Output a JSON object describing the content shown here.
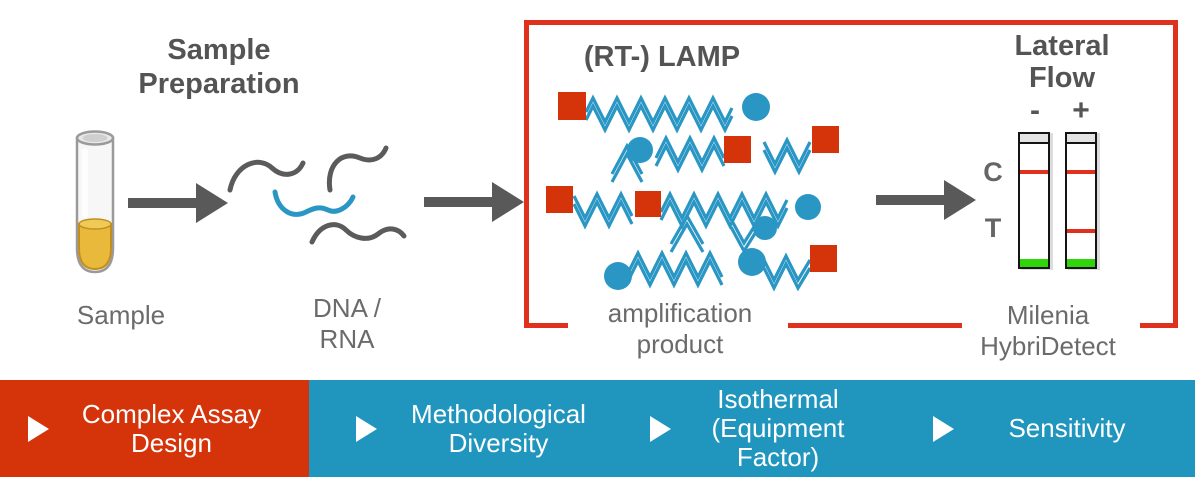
{
  "colors": {
    "red": "#d5340b",
    "box_border_red": "#e0301e",
    "banner_blue": "#2095be",
    "strand_blue": "#2a96c4",
    "heading_gray": "#545454",
    "caption_gray": "#6b6b6b",
    "green_band": "#2fd50a",
    "sample_yellow": "#e9b93c"
  },
  "steps": {
    "sample_prep": {
      "title": "Sample Preparation",
      "caption": "Sample"
    },
    "extraction": {
      "caption": "DNA / RNA"
    },
    "lamp": {
      "title": "(RT-) LAMP",
      "caption": "amplification product"
    },
    "lateral_flow": {
      "title": "Lateral Flow",
      "negative_label": "-",
      "positive_label": "+",
      "control_label": "C",
      "test_label": "T",
      "caption": "Milenia HybriDetect"
    }
  },
  "banner": {
    "items": [
      {
        "label": "Complex Assay Design"
      },
      {
        "label": "Methodological Diversity"
      },
      {
        "label": "Isothermal (Equipment Factor)"
      },
      {
        "label": "Sensitivity"
      }
    ]
  }
}
